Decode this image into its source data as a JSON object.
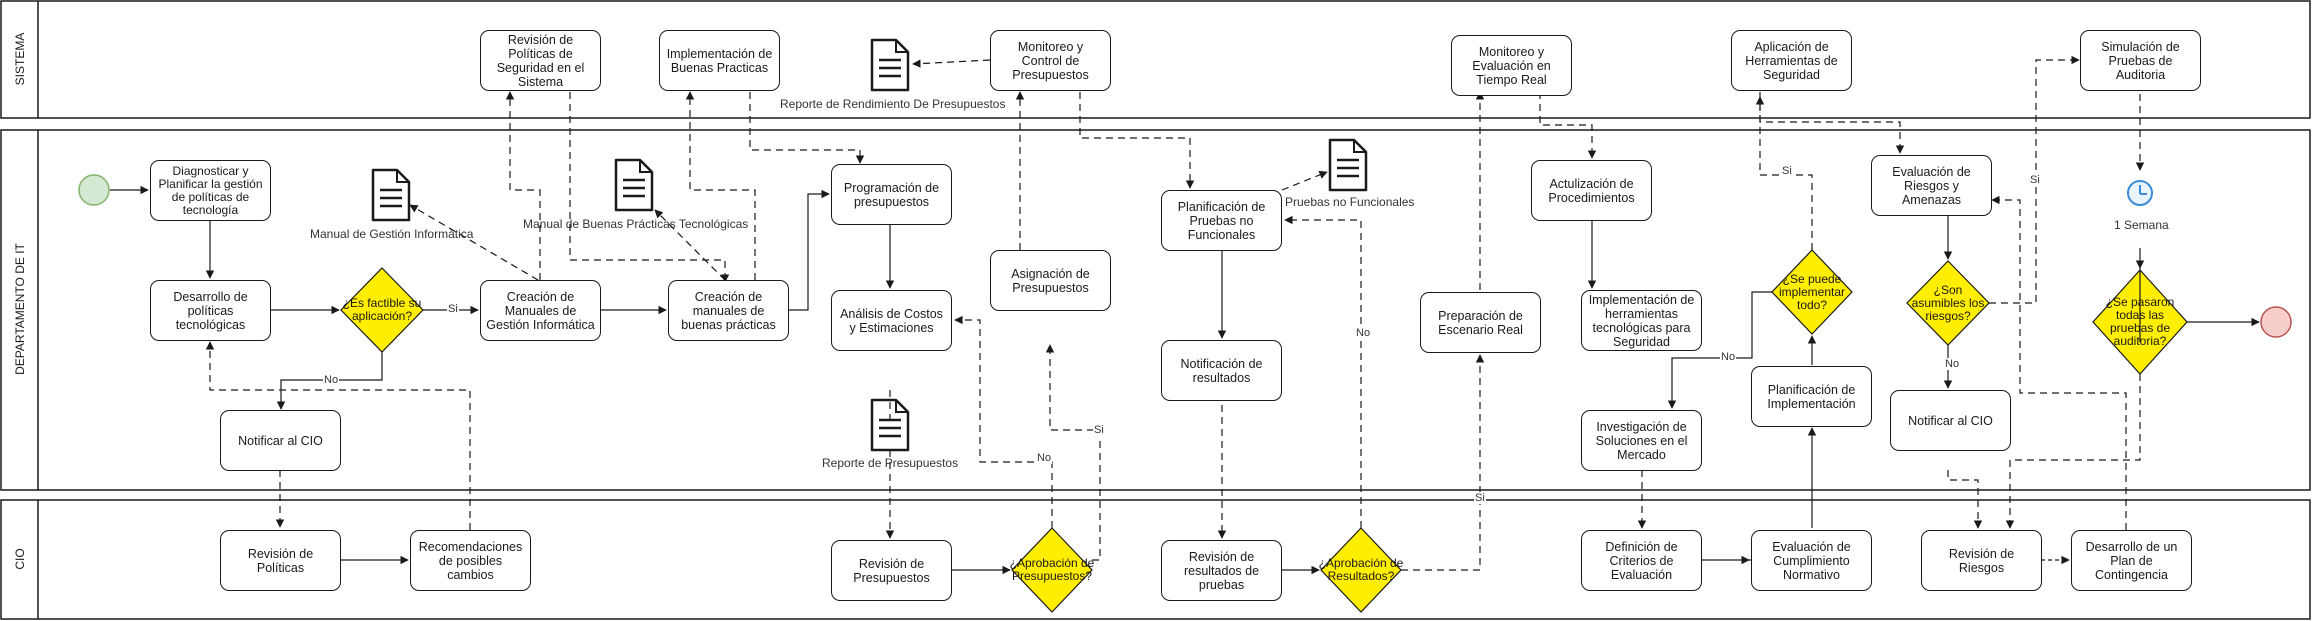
{
  "lanes": {
    "sistema": "SISTEMA",
    "it": "DEPARTAMENTO DE IT",
    "cio": "CIO"
  },
  "nodes": {
    "diagnosticar": "Diagnosticar y Planificar la gestión de políticas de tecnología",
    "desarrollo_politicas": "Desarrollo de políticas tecnológicas",
    "notificar_cio_1": "Notificar al CIO",
    "revision_politicas": "Revisión de Políticas",
    "recomendaciones": "Recomendaciones de posibles cambios",
    "revision_politicas_sistema": "Revisión de Políticas de Seguridad en el Sistema",
    "creacion_manuales_gestion": "Creación de Manuales de Gestión Informática",
    "implementacion_buenas": "Implementación de Buenas Practicas",
    "creacion_manuales_buenas": "Creación de manuales de buenas prácticas",
    "programacion_presupuestos": "Programación de presupuestos",
    "analisis_costos": "Análisis de Costos y Estimaciones",
    "revision_presupuestos": "Revisión de Presupuestos",
    "monitoreo_control": "Monitoreo y Control de Presupuestos",
    "asignacion_presupuestos": "Asignación de Presupuestos",
    "planificacion_pruebas": "Planificación de Pruebas no Funcionales",
    "notificacion_resultados": "Notificación de resultados",
    "revision_resultados": "Revisión de resultados de pruebas",
    "monitoreo_tiempo_real": "Monitoreo y Evaluación en Tiempo Real",
    "preparacion_escenario": "Preparación de Escenario Real",
    "actualizacion_procedimientos": "Actulización de Procedimientos",
    "implementacion_herramientas": "Implementación de herramientas tecnológicas para Seguridad",
    "investigacion_soluciones": "Investigación de Soluciones en el Mercado",
    "definicion_criterios": "Definición de Criterios de Evaluación",
    "aplicacion_herramientas": "Aplicación de Herramientas de Seguridad",
    "planificacion_implementacion": "Planificación de Implementación",
    "evaluacion_cumplimiento": "Evaluación de Cumplimiento Normativo",
    "evaluacion_riesgos": "Evaluación de Riesgos y Amenazas",
    "notificar_cio_2": "Notificar al CIO",
    "revision_riesgos": "Revisión de Riesgos",
    "desarrollo_contingencia": "Desarrollo de un Plan de Contingencia",
    "simulacion_auditoria": "Simulación de Pruebas de Auditoria"
  },
  "decisions": {
    "factible": "¿Es factible su aplicación?",
    "aprobacion_presupuestos": "¿Aprobación de Presupuestos?",
    "aprobacion_resultados": "¿Aprobación de Resultados?",
    "puede_implementar": "¿Se puede implementar todo?",
    "asumibles": "¿Son asumibles los riesgos?",
    "pasaron_pruebas": "¿Se pasaron todas las pruebas de auditoria?"
  },
  "documents": {
    "manual_gestion": "Manual de Gestión Informática",
    "manual_buenas": "Manual de Buenas Prácticas Tecnológicas",
    "reporte_rendimiento": "Reporte de Rendimiento De Presupuestos",
    "reporte_presupuestos": "Reporte de Presupuestos",
    "pruebas_no_funcionales": "Pruebas no Funcionales"
  },
  "timer_label": "1 Semana",
  "edge_labels": {
    "si": "Si",
    "no": "No"
  },
  "colors": {
    "decision_fill": "#ffee00",
    "start_fill": "#d5e8d4",
    "start_stroke": "#82b366",
    "end_fill": "#f8cecc",
    "end_stroke": "#b85450",
    "timer": "#3b8bd6"
  }
}
